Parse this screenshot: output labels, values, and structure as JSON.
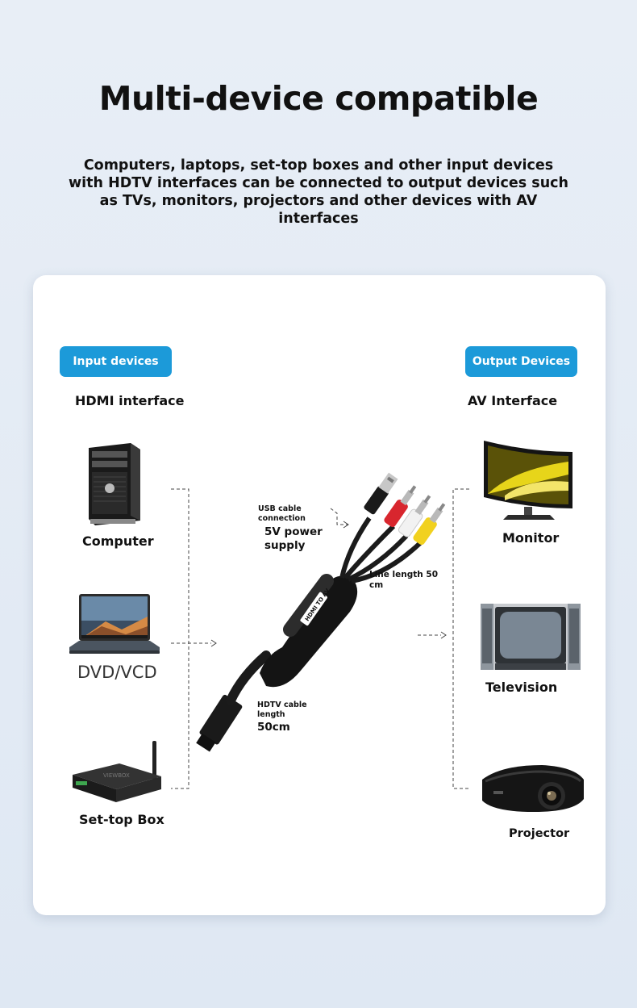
{
  "header": {
    "title": "Multi-device compatible",
    "subtitle": "Computers, laptops, set-top boxes and other input devices with HDTV interfaces can be connected to output devices such as TVs, monitors, projectors and other devices with AV interfaces"
  },
  "input": {
    "badge": "Input devices",
    "interface": "HDMI interface",
    "devices": [
      "Computer",
      "DVD/VCD",
      "Set-top Box"
    ]
  },
  "output": {
    "badge": "Output Devices",
    "interface": "AV Interface",
    "devices": [
      "Monitor",
      "Television",
      "Projector"
    ]
  },
  "cable": {
    "usb_label": "USB cable connection",
    "power": "5V power supply",
    "line_length": "Line length 50 cm",
    "hdtv_label": "HDTV cable length",
    "hdtv_len": "50cm",
    "converter_text": "HDMI TO AV"
  },
  "colors": {
    "accent": "#1c9ad9",
    "rca_red": "#d8262e",
    "rca_white": "#f2f2f2",
    "rca_yellow": "#f1d11f"
  }
}
